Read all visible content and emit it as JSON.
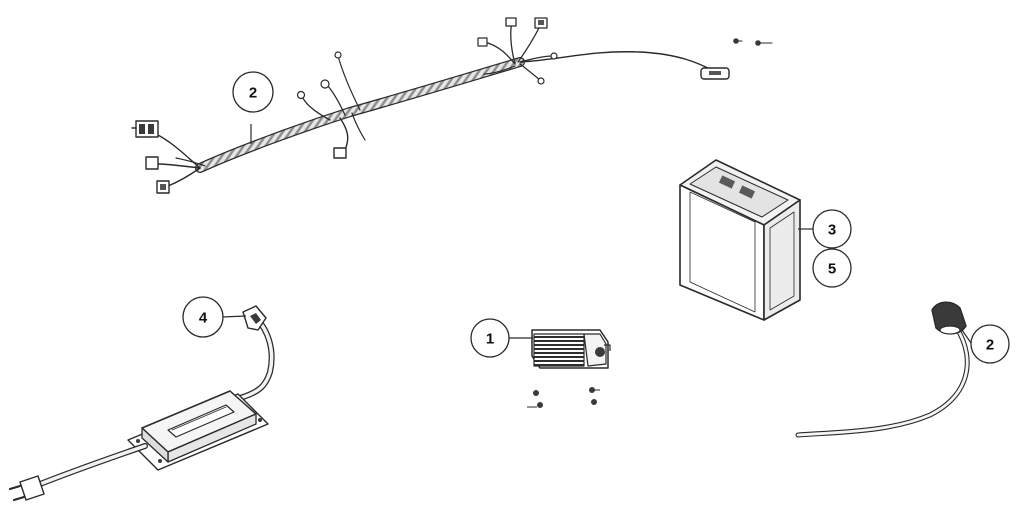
{
  "callouts": [
    {
      "id": "harness",
      "label": "2"
    },
    {
      "id": "battery-a",
      "label": "3"
    },
    {
      "id": "battery-b",
      "label": "5"
    },
    {
      "id": "charger",
      "label": "4"
    },
    {
      "id": "regulator",
      "label": "1"
    },
    {
      "id": "lead",
      "label": "2"
    }
  ],
  "colors": {
    "line": "#2a2a2a",
    "wrap_light": "#e6e6e6",
    "wrap_dark": "#8f8f8f",
    "part_fill": "#ffffff",
    "part_shade": "#eeeeee",
    "dark_fill": "#3a3a3a"
  }
}
